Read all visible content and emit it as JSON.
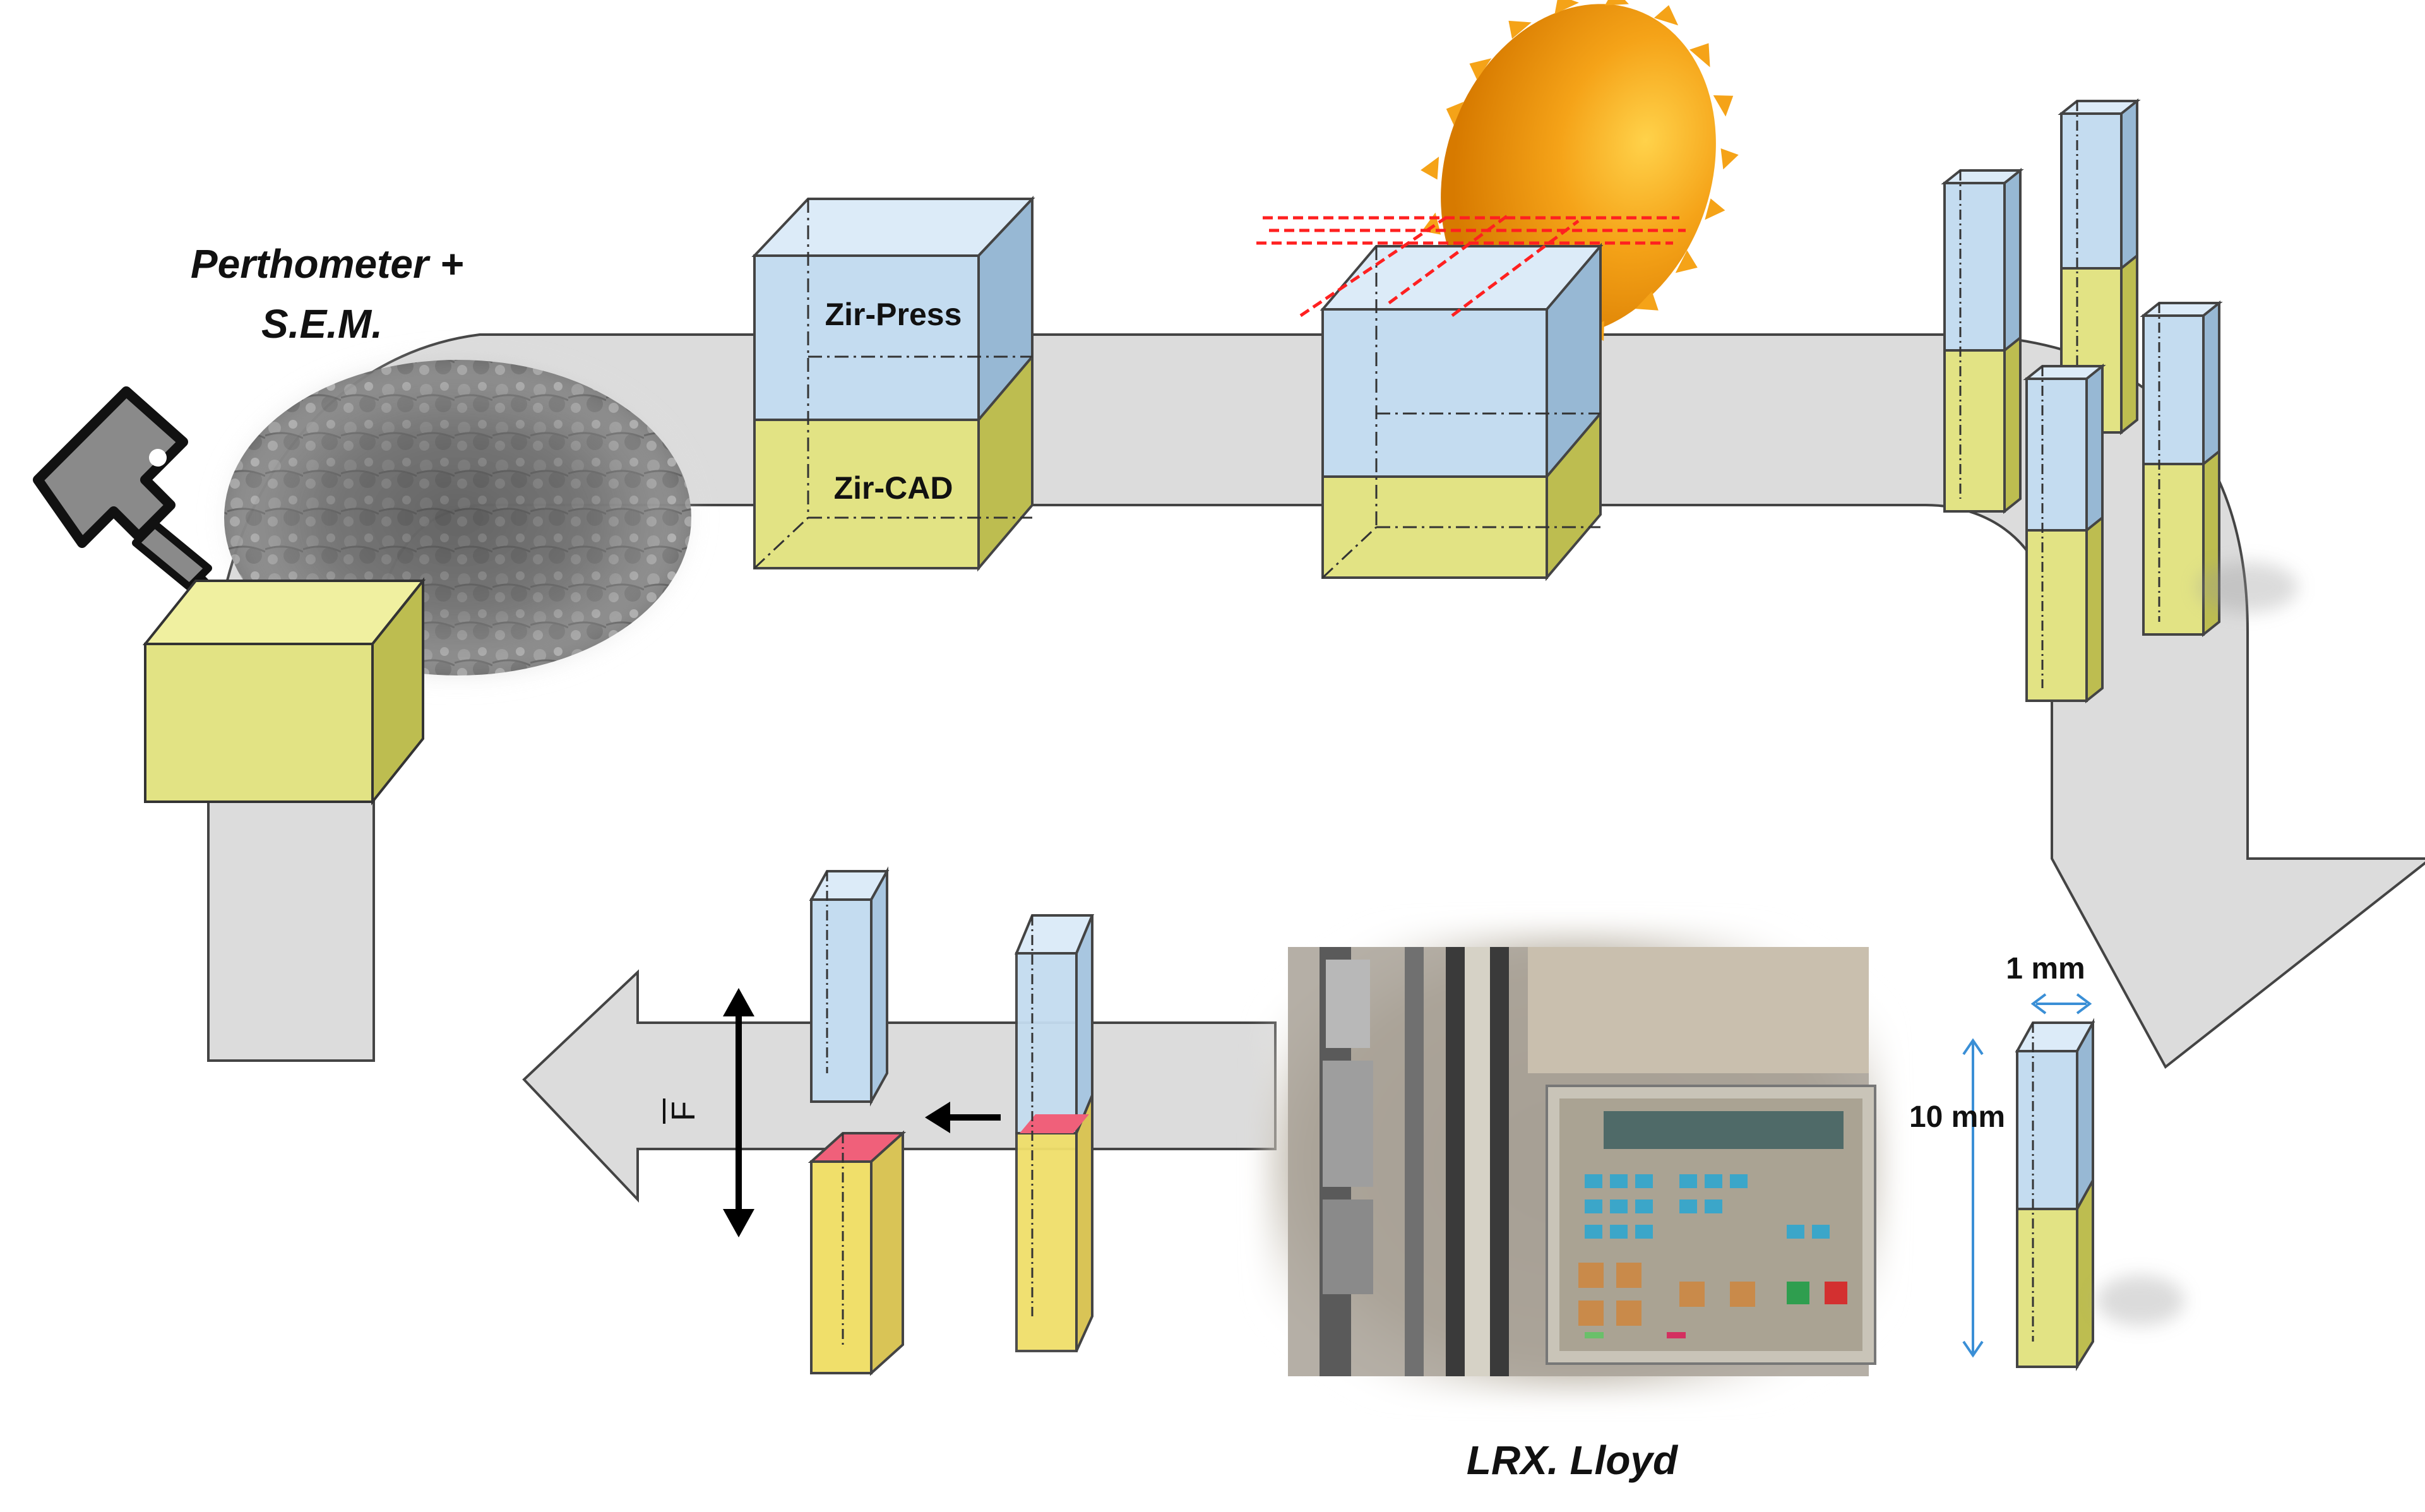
{
  "labels": {
    "perthometer_line1": "Perthometer +",
    "perthometer_line2": "S.E.M.",
    "zir_press": "Zir-Press",
    "zir_cad": "Zir-CAD",
    "dim_width": "1 mm",
    "dim_height": "10 mm",
    "force": "F",
    "machine": "LRX. Lloyd"
  },
  "colors": {
    "ceramic_blue": "#c4dcf0",
    "ceramic_yellow": "#e2e384",
    "band_gray": "#dcdcdc",
    "saw_orange": "#f5a318",
    "cut_line_red": "#ff2020",
    "fracture_pink": "#f0607a",
    "dimension_blue": "#3a8fd6"
  }
}
